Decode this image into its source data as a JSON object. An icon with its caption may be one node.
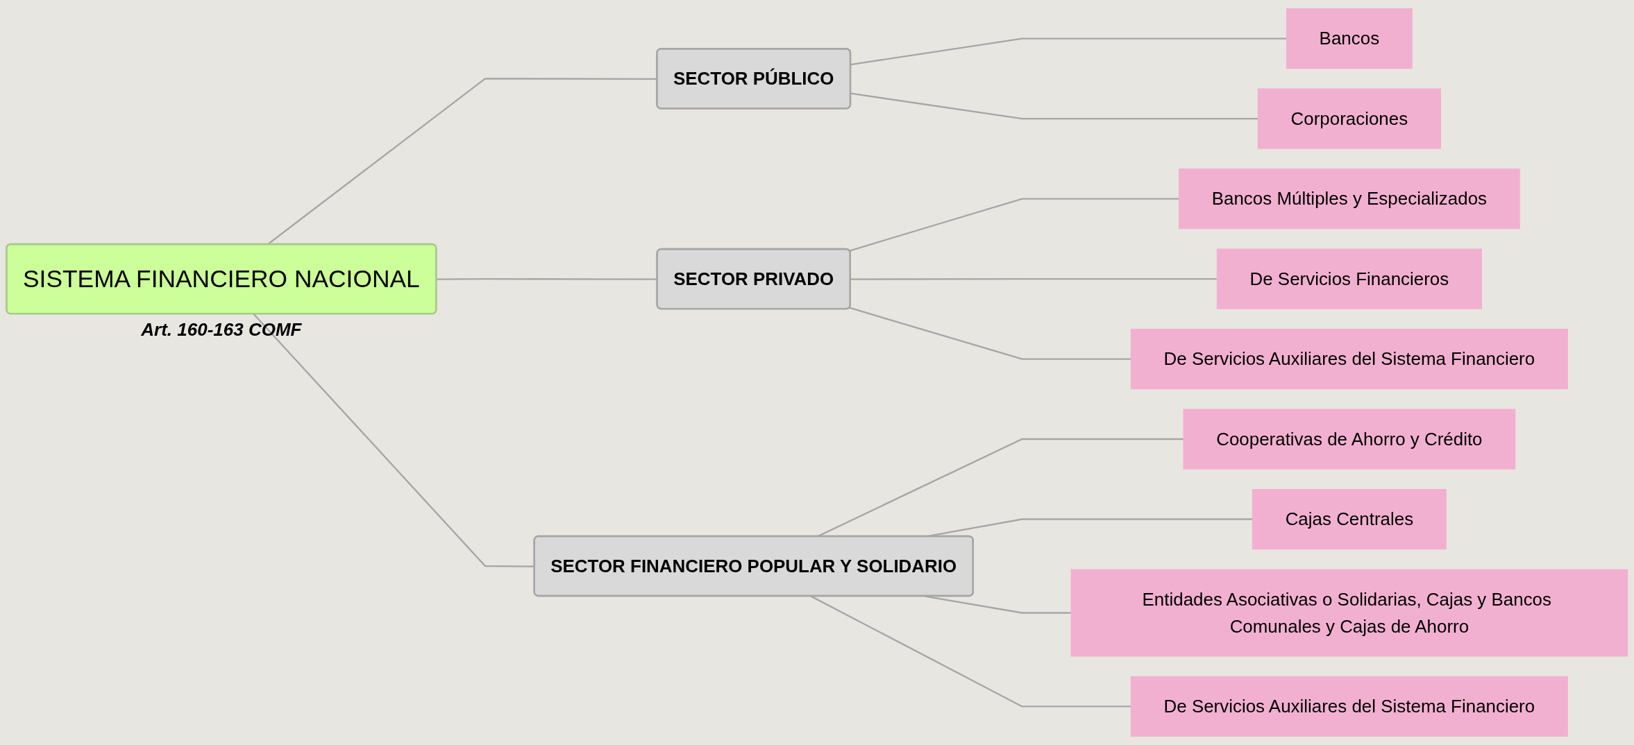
{
  "diagram": {
    "nodes": [
      {
        "text": [
          "SISTEMA FINANCIERO NACIONAL"
        ],
        "beside": [
          "Art. 160-163 COMF"
        ]
      },
      {
        "text": [
          "SECTOR PÚBLICO"
        ]
      },
      {
        "text": [
          "SECTOR PRIVADO"
        ]
      },
      {
        "text": [
          "SECTOR FINANCIERO POPULAR Y SOLIDARIO"
        ]
      },
      {
        "text": [
          "Bancos"
        ]
      },
      {
        "text": [
          "Corporaciones"
        ]
      },
      {
        "text": [
          "Bancos Múltiples y Especializados"
        ]
      },
      {
        "text": [
          "De Servicios Financieros"
        ]
      },
      {
        "text": [
          "De Servicios Auxiliares del Sistema Financiero"
        ]
      },
      {
        "text": [
          "Cooperativas de Ahorro y Crédito"
        ]
      },
      {
        "text": [
          "Cajas Centrales"
        ]
      },
      {
        "text": [
          "Entidades Asociativas o Solidarias, Cajas y Bancos Comunales y Cajas de Ahorro"
        ]
      },
      {
        "text": [
          "De Servicios Auxiliares del Sistema Financiero"
        ]
      }
    ],
    "edges": [
      {
        "from": 0,
        "to": 1,
        "arrow": "none"
      },
      {
        "from": 0,
        "to": 2,
        "arrow": "none"
      },
      {
        "from": 0,
        "to": 3,
        "arrow": "none"
      },
      {
        "from": 1,
        "to": 4,
        "arrow": "none"
      },
      {
        "from": 1,
        "to": 5,
        "arrow": "none"
      },
      {
        "from": 2,
        "to": 6,
        "arrow": "none"
      },
      {
        "from": 2,
        "to": 7,
        "arrow": "none"
      },
      {
        "from": 2,
        "to": 8,
        "arrow": "none"
      },
      {
        "from": 3,
        "to": 9,
        "arrow": "none"
      },
      {
        "from": 3,
        "to": 10,
        "arrow": "none"
      },
      {
        "from": 3,
        "to": 11,
        "arrow": "none"
      },
      {
        "from": 3,
        "to": 12,
        "arrow": "none"
      }
    ]
  }
}
